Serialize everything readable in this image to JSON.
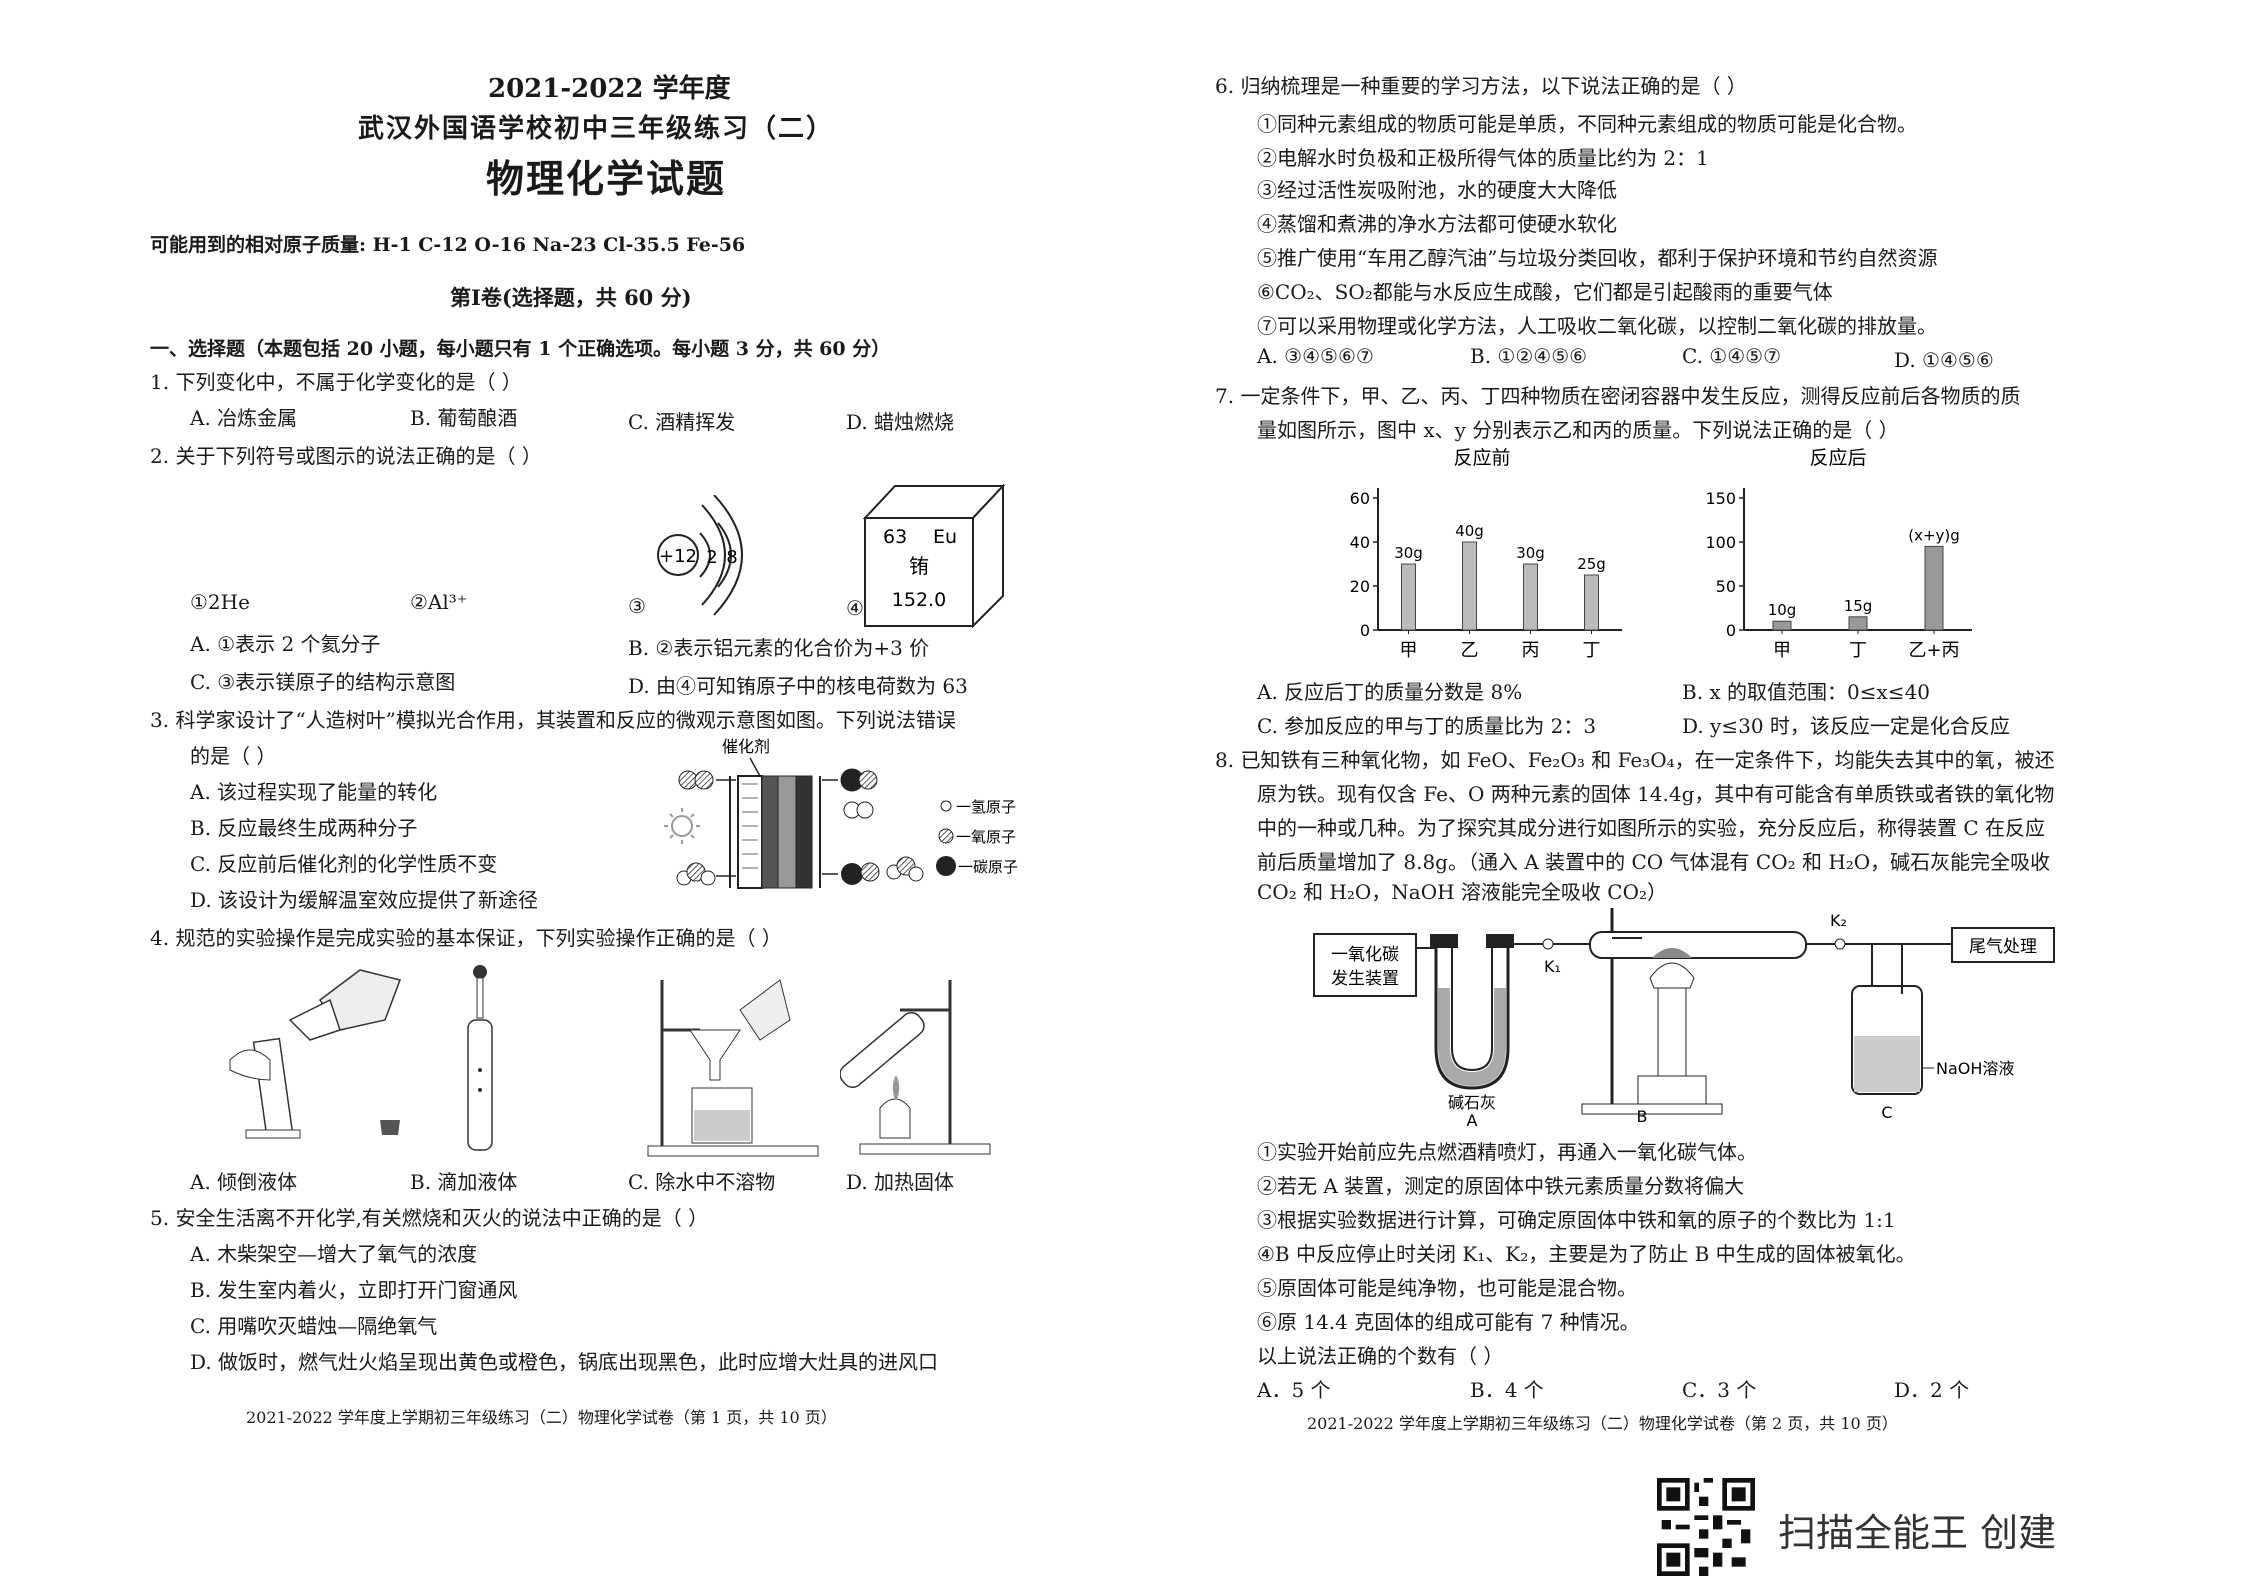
{
  "header": {
    "year": "2021-2022 学年度",
    "school": "武汉外国语学校初中三年级练习（二）",
    "subject": "物理化学试题",
    "atomic_mass": "可能用到的相对原子质量: H-1   C-12   O-16   Na-23   Cl-35.5   Fe-56"
  },
  "section": {
    "title": "第Ⅰ卷(选择题，共 60 分)",
    "instructions": "一、选择题（本题包括 20 小题，每小题只有 1 个正确选项。每小题 3 分，共 60 分）"
  },
  "q1": {
    "stem": "1.    下列变化中，不属于化学变化的是（      ）",
    "a": "A.  冶炼金属",
    "b": "B.  葡萄酿酒",
    "c": "C.  酒精挥发",
    "d": "D.  蜡烛燃烧"
  },
  "q2": {
    "stem": "2.    关于下列符号或图示的说法正确的是（      ）",
    "sym1": "①2He",
    "sym2": "②Al³⁺",
    "sym3": "③",
    "sym4": "④",
    "nucleus": "+12",
    "shell1": "2",
    "shell2": "8",
    "eu_num": "63",
    "eu_sym": "Eu",
    "eu_name": "铕",
    "eu_mass": "152.0",
    "a": "A.  ①表示 2 个氦分子",
    "b": "B.  ②表示铝元素的化合价为+3 价",
    "c": "C.  ③表示镁原子的结构示意图",
    "d": "D.  由④可知铕原子中的核电荷数为 63"
  },
  "q3": {
    "stem": "3.    科学家设计了“人造树叶”模拟光合作用，其装置和反应的微观示意图如图。下列说法错误",
    "stem2": "的是（      ）",
    "catalyst": "催化剂",
    "legend_h": "一氢原子",
    "legend_o": "一氧原子",
    "legend_c": "一碳原子",
    "a": "A.  该过程实现了能量的转化",
    "b": "B.    反应最终生成两种分子",
    "c": "C.  反应前后催化剂的化学性质不变",
    "d": "D.  该设计为缓解温室效应提供了新途径"
  },
  "q4": {
    "stem": "4.    规范的实验操作是完成实验的基本保证，下列实验操作正确的是（      ）",
    "a": "A.  倾倒液体",
    "b": "B.  滴加液体",
    "c": "C.  除水中不溶物",
    "d": "D.  加热固体"
  },
  "q5": {
    "stem": "5.    安全生活离不开化学,有关燃烧和灭火的说法中正确的是（      ）",
    "a": "A.  木柴架空—增大了氧气的浓度",
    "b": "B.  发生室内着火，立即打开门窗通风",
    "c": "C.  用嘴吹灭蜡烛—隔绝氧气",
    "d": "D.  做饭时，燃气灶火焰呈现出黄色或橙色，锅底出现黑色，此时应增大灶具的进风口"
  },
  "footer_left": "2021-2022 学年度上学期初三年级练习（二）物理化学试卷（第 1 页，共 10 页）",
  "q6": {
    "stem": "6.    归纳梳理是一种重要的学习方法，以下说法正确的是（      ）",
    "s1": "①同种元素组成的物质可能是单质，不同种元素组成的物质可能是化合物。",
    "s2": "②电解水时负极和正极所得气体的质量比约为 2：1",
    "s3": "③经过活性炭吸附池，水的硬度大大降低",
    "s4": "④蒸馏和煮沸的净水方法都可使硬水软化",
    "s5": "⑤推广使用“车用乙醇汽油”与垃圾分类回收，都利于保护环境和节约自然资源",
    "s6": "⑥CO₂、SO₂都能与水反应生成酸，它们都是引起酸雨的重要气体",
    "s7": "⑦可以采用物理或化学方法，人工吸收二氧化碳，以控制二氧化碳的排放量。",
    "a": "A.  ③④⑤⑥⑦",
    "b": "B.  ①②④⑤⑥",
    "c": "C.  ①④⑤⑦",
    "d": "D.  ①④⑤⑥"
  },
  "q7": {
    "stem": "7.    一定条件下，甲、乙、丙、丁四种物质在密闭容器中发生反应，测得反应前后各物质的质",
    "stem2": "量如图所示，图中 x、y 分别表示乙和丙的质量。下列说法正确的是（      ）",
    "a": "A.  反应后丁的质量分数是 8%",
    "b": "B.  x 的取值范围：0≤x≤40",
    "c": "C.  参加反应的甲与丁的质量比为 2：3",
    "d": "D.  y≤30 时，该反应一定是化合反应"
  },
  "chart_data": [
    {
      "type": "bar",
      "title": "反应前",
      "categories": [
        "甲",
        "乙",
        "丙",
        "丁"
      ],
      "values": [
        30,
        40,
        30,
        25
      ],
      "data_labels": [
        "30g",
        "40g",
        "30g",
        "25g"
      ],
      "yticks": [
        "0",
        "20",
        "40",
        "60"
      ],
      "ylim": [
        0,
        60
      ]
    },
    {
      "type": "bar",
      "title": "反应后",
      "categories": [
        "甲",
        "丁",
        "乙+丙"
      ],
      "values": [
        10,
        15,
        95
      ],
      "data_labels": [
        "10g",
        "15g",
        "(x+y)g"
      ],
      "yticks": [
        "0",
        "50",
        "100",
        "150"
      ],
      "ylim": [
        0,
        150
      ]
    }
  ],
  "q8": {
    "l1": "8.    已知铁有三种氧化物，如 FeO、Fe₂O₃ 和 Fe₃O₄，在一定条件下，均能失去其中的氧，被还",
    "l2": "原为铁。现有仅含 Fe、O 两种元素的固体 14.4g，其中有可能含有单质铁或者铁的氧化物",
    "l3": "中的一种或几种。为了探究其成分进行如图所示的实验，充分反应后，称得装置 C 在反应",
    "l4": "前后质量增加了 8.8g。（通入 A 装置中的 CO 气体混有 CO₂ 和 H₂O，碱石灰能完全吸收",
    "l5": "CO₂ 和 H₂O，NaOH 溶液能完全吸收 CO₂）",
    "box1": "一氧化碳",
    "box1b": "发生装置",
    "box2": "尾气处理",
    "k1": "K₁",
    "k2": "K₂",
    "lime": "碱石灰",
    "naoh": "NaOH溶液",
    "la": "A",
    "lb": "B",
    "lc": "C",
    "s1": "①实验开始前应先点燃酒精喷灯，再通入一氧化碳气体。",
    "s2": "②若无 A 装置，测定的原固体中铁元素质量分数将偏大",
    "s3": "③根据实验数据进行计算，可确定原固体中铁和氧的原子的个数比为 1:1",
    "s4": "④B 中反应停止时关闭 K₁、K₂，主要是为了防止 B 中生成的固体被氧化。",
    "s5": "⑤原固体可能是纯净物，也可能是混合物。",
    "s6": "⑥原 14.4 克固体的组成可能有 7 种情况。",
    "s7": "以上说法正确的个数有（      ）",
    "a": "A．5 个",
    "b": "B．4 个",
    "c": "C．3 个",
    "d": "D．2 个"
  },
  "footer_right": "2021-2022 学年度上学期初三年级练习（二）物理化学试卷（第 2 页，共 10 页）",
  "watermark": "扫描全能王  创建"
}
